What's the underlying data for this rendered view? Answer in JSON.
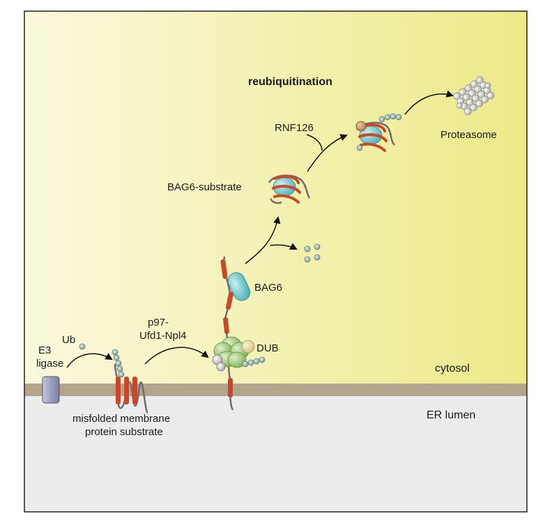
{
  "labels": {
    "reubiquitination": "reubiquitination",
    "rnf126": "RNF126",
    "proteasome": "Proteasome",
    "bag6_substrate": "BAG6-substrate",
    "bag6": "BAG6",
    "p97_line1": "p97-",
    "p97_line2": "Ufd1-Npl4",
    "dub": "DUB",
    "ub": "Ub",
    "e3_line1": "E3",
    "e3_line2": "ligase",
    "cytosol": "cytosol",
    "er_lumen": "ER lumen",
    "substrate_line1": "misfolded membrane",
    "substrate_line2": "protein substrate"
  },
  "colors": {
    "cytosol_light": "#fbf8de",
    "cytosol_dark": "#ecea88",
    "membrane": "#b2a58c",
    "lumen": "#ececec",
    "helix_red": "#c9482b",
    "chain_gray": "#6d6d6d",
    "ubiquitin": "#8aa6a0",
    "bag6_teal": "#67c3c3",
    "p97_green": "#8ec262",
    "e3_purple": "#9c9ec0",
    "dub_beige": "#e6ddb0",
    "proteasome_gray": "#c4c4c4"
  }
}
